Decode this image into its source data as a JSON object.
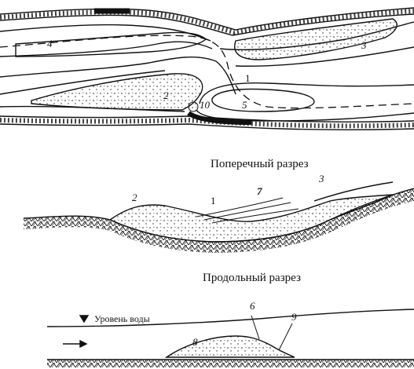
{
  "labels": {
    "n1": "1",
    "n2": "2",
    "n3": "3",
    "n4": "4",
    "n5": "5",
    "n10": "10",
    "n7": "7",
    "n6": "6",
    "n8": "8",
    "n9": "9",
    "x2": "2",
    "x1": "1",
    "x3": "3"
  },
  "captions": {
    "cross": "Поперечный разрез",
    "longitudinal": "Продольный разрез"
  },
  "water": {
    "level_label": "Уровень воды"
  },
  "colors": {
    "ink": "#111111",
    "sand": "#ffffff"
  }
}
